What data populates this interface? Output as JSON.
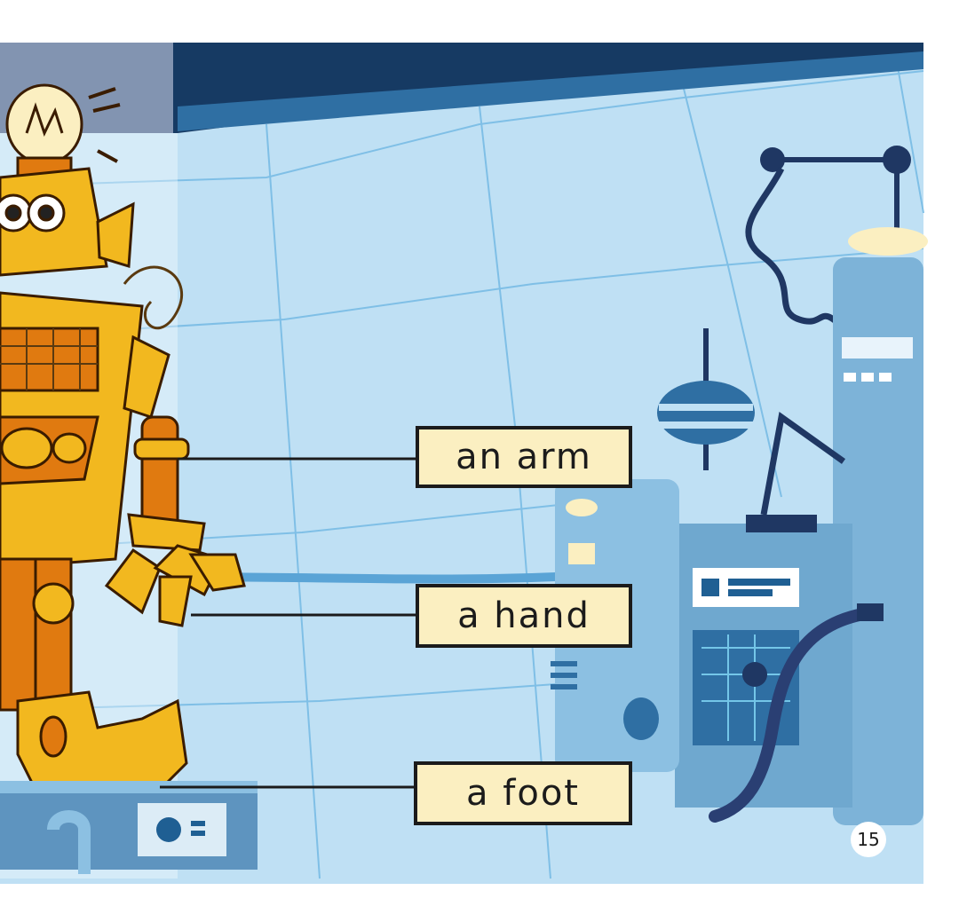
{
  "labels": {
    "arm": "an arm",
    "hand": "a hand",
    "foot": "a foot"
  },
  "page_number": "15",
  "colors": {
    "wall": "#bfe0f4",
    "ceiling": "#163a63",
    "robot": "#f2b81f",
    "machine": "#6fa8cf",
    "label_fill": "#fbefc1"
  }
}
